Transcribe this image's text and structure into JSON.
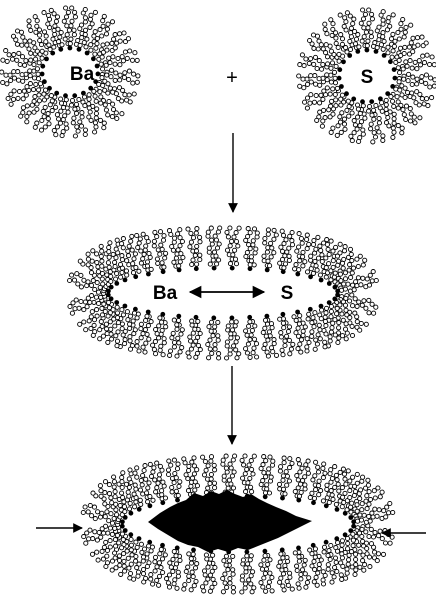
{
  "labels": {
    "micelle_left": "Ba",
    "micelle_right": "S",
    "fused_left": "Ba",
    "fused_right": "S",
    "plus": "+"
  },
  "colors": {
    "ink": "#000000",
    "bead": "#ffffff",
    "background": "#ffffff"
  }
}
